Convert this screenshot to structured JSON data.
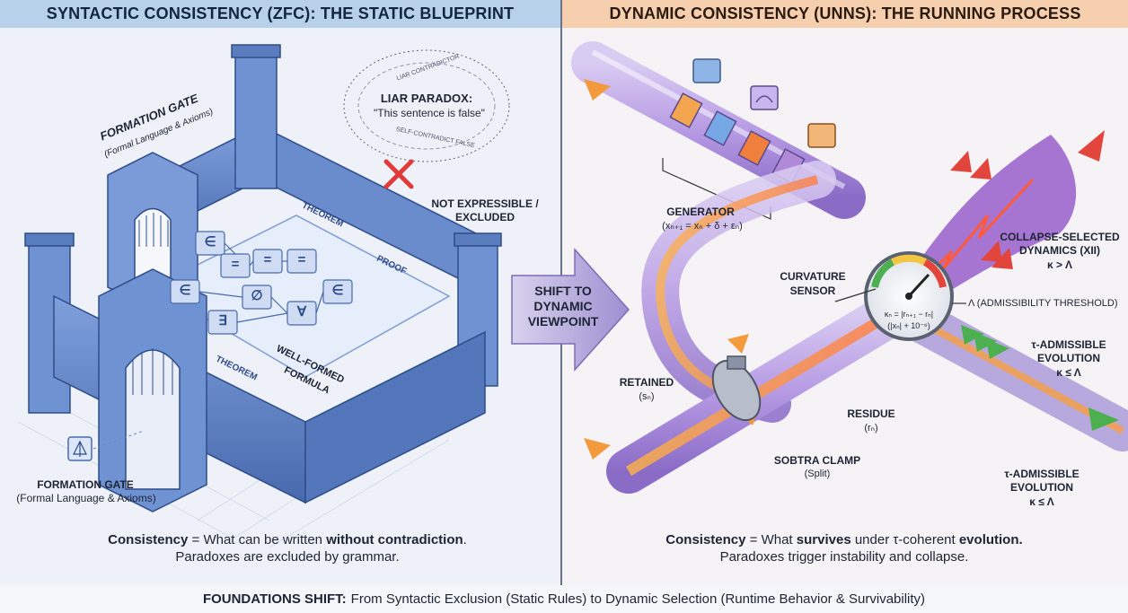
{
  "header": {
    "left_title": "SYNTACTIC CONSISTENCY (ZFC): THE STATIC BLUEPRINT",
    "right_title": "DYNAMIC CONSISTENCY (UNNS): THE RUNNING PROCESS"
  },
  "left": {
    "formation_gate_label": "FORMATION GATE",
    "formation_gate_sub": "(Formal Language & Axioms)",
    "legend_label": "FORMATION GATE",
    "legend_sub": "(Formal Language & Axioms)",
    "liar_title": "LIAR PARADOX:",
    "liar_quote": "\"This sentence is false\"",
    "liar_swirl_1": "LIAR CONTRADICTOR",
    "liar_swirl_2": "SELF-CONTRADICT FALSE",
    "not_expressible": "NOT EXPRESSIBLE /",
    "excluded": "EXCLUDED",
    "floor_words": [
      "THEOREM",
      "PROOF",
      "THEOREM"
    ],
    "well_formed": "WELL-FORMED",
    "formula": "FORMULA",
    "floor_symbols": [
      "∈",
      "=",
      "∈",
      "=",
      "∅",
      "∀",
      "∃",
      "=",
      "∈"
    ],
    "caption_bold_1": "Consistency",
    "caption_mid": " = What can be written ",
    "caption_bold_2": "without contradiction",
    "caption_end": ".",
    "caption_line2": "Paradoxes are excluded by grammar."
  },
  "arrow": {
    "line1": "SHIFT TO",
    "line2": "DYNAMIC",
    "line3": "VIEWPOINT"
  },
  "right": {
    "generator_label": "GENERATOR",
    "generator_formula": "(xₙ₊₁ = xₙ + δ + εₙ)",
    "curvature_label_1": "CURVATURE",
    "curvature_label_2": "SENSOR",
    "kappa_formula_1": "κₙ = |rₙ₊₁ − rₙ|",
    "kappa_formula_2": "(|xₙ| + 10⁻⁶)",
    "collapse_label_1": "COLLAPSE-SELECTED",
    "collapse_label_2": "DYNAMICS (XII)",
    "collapse_cond": "κ > Λ",
    "threshold_label": "Λ (ADMISSIBILITY THRESHOLD)",
    "tau_label_1": "τ-ADMISSIBLE",
    "tau_label_2": "EVOLUTION",
    "tau_cond": "κ ≤ Λ",
    "tau2_label_1": "τ-ADMISSIBLE",
    "tau2_label_2": "EVOLUTION",
    "tau2_cond": "κ ≤ Λ",
    "retained_label": "RETAINED",
    "retained_sym": "(sₙ)",
    "residue_label": "RESIDUE",
    "residue_sym": "(rₙ)",
    "clamp_label": "SOBTRA CLAMP",
    "clamp_sub": "(Split)",
    "caption_bold_1": "Consistency",
    "caption_mid": " = What ",
    "caption_bold_2": "survives",
    "caption_mid2": " under τ-coherent ",
    "caption_bold_3": "evolution.",
    "caption_line2": "Paradoxes trigger instability and collapse."
  },
  "footer": {
    "bold": "FOUNDATIONS SHIFT:",
    "text": "From Syntactic Exclusion (Static Rules) to Dynamic Selection (Runtime Behavior & Survivability)"
  },
  "colors": {
    "castle_blue": "#5b7fc4",
    "pipe_violet": "#a48ad6",
    "collapse_red": "#e2453c",
    "admissible_green": "#4caf50",
    "arrow_violet": "#7e6bb8"
  }
}
